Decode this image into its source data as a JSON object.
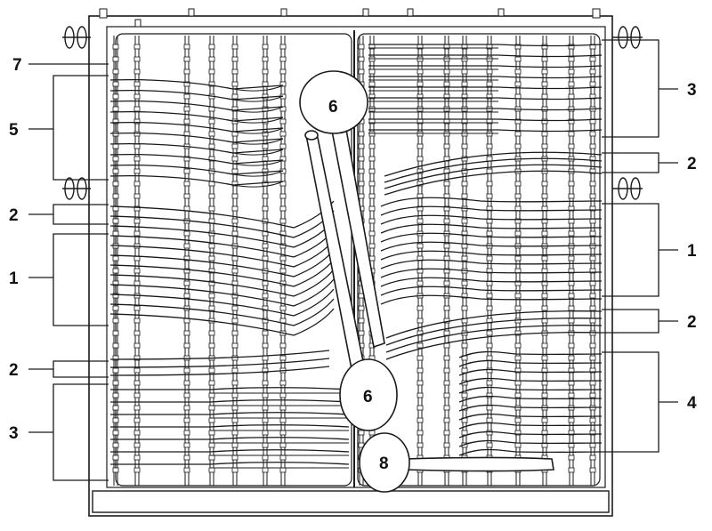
{
  "figure": {
    "left_callouts": [
      {
        "label": "7"
      },
      {
        "label": "5"
      },
      {
        "label": "2"
      },
      {
        "label": "1"
      },
      {
        "label": "2"
      },
      {
        "label": "3"
      }
    ],
    "right_callouts": [
      {
        "label": "3"
      },
      {
        "label": "2"
      },
      {
        "label": "1"
      },
      {
        "label": "2"
      },
      {
        "label": "4"
      }
    ],
    "utensil_labels": [
      {
        "label": "6"
      },
      {
        "label": "6"
      },
      {
        "label": "8"
      }
    ],
    "colors": {
      "line": "#1a1a1a",
      "fill": "#ffffff",
      "background": "#ffffff"
    }
  }
}
